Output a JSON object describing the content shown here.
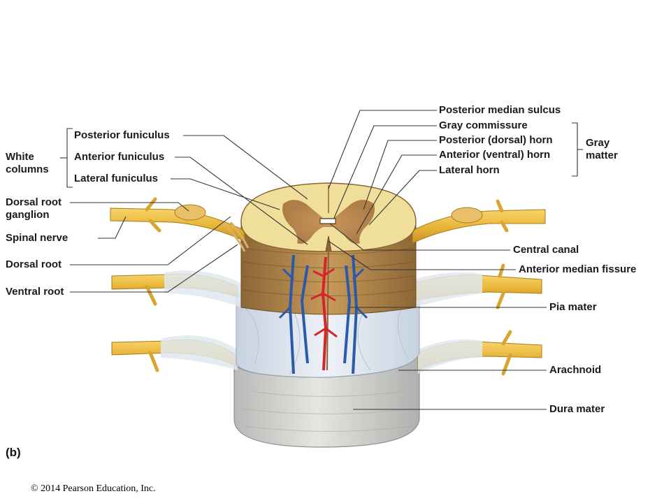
{
  "panel_label": "(b)",
  "copyright": "© 2014 Pearson Education, Inc.",
  "labels": {
    "posterior_median_sulcus": "Posterior median sulcus",
    "gray_commissure": "Gray commissure",
    "posterior_horn": "Posterior (dorsal) horn",
    "anterior_horn": "Anterior (ventral) horn",
    "lateral_horn": "Lateral horn",
    "gray_matter": "Gray matter",
    "central_canal": "Central canal",
    "anterior_median_fissure": "Anterior median fissure",
    "pia_mater": "Pia mater",
    "arachnoid": "Arachnoid",
    "dura_mater": "Dura mater",
    "posterior_funiculus": "Posterior funiculus",
    "anterior_funiculus": "Anterior funiculus",
    "lateral_funiculus": "Lateral funiculus",
    "white_columns": "White columns",
    "dorsal_root_ganglion": "Dorsal root ganglion",
    "spinal_nerve": "Spinal nerve",
    "dorsal_root": "Dorsal root",
    "ventral_root": "Ventral root"
  },
  "colors": {
    "white_matter": "#efdf9a",
    "gray_matter": "#b98550",
    "nerve": "#e9b73a",
    "dura": "#c9ccc8",
    "arachnoid": "#dfe6ef",
    "artery": "#d4262a",
    "vein": "#2b5aa8"
  }
}
